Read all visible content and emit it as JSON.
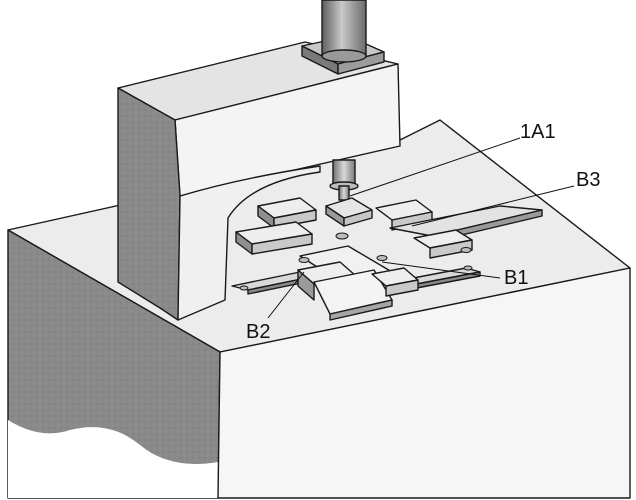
{
  "labels": {
    "a1": "1A1",
    "b1": "B1",
    "b2": "B2",
    "b3": "B3"
  },
  "colors": {
    "background": "#ffffff",
    "block_top": "#ececec",
    "block_side": "#8a8a8a",
    "block_front": "#f2f2f2",
    "arm_front": "#f0f0f0",
    "arm_side": "#a9a9a9",
    "piston": "#8c8c8c",
    "outline": "#1a1a1a"
  }
}
